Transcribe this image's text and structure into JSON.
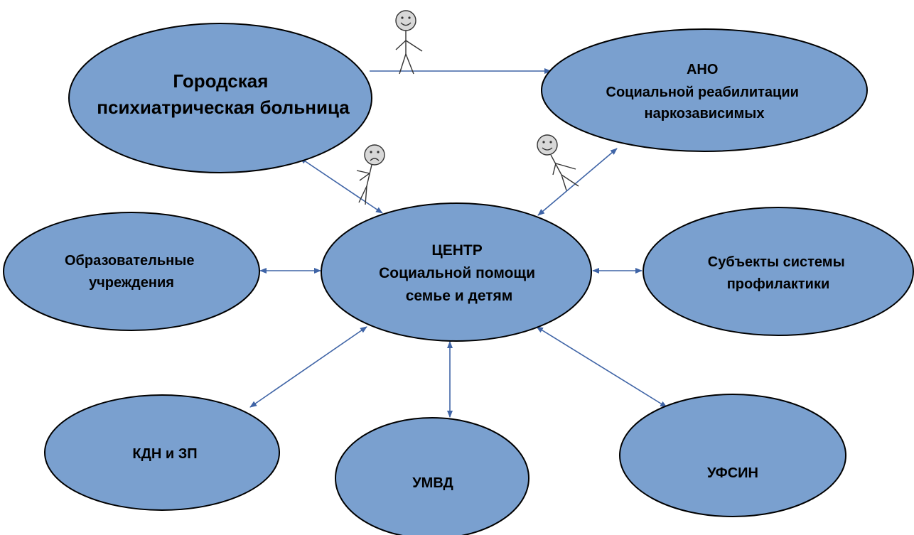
{
  "diagram": {
    "colors": {
      "node_fill": "#7aa0cf",
      "node_stroke": "#000000",
      "edge": "#3f64a6",
      "text": "#000000"
    },
    "nodes": [
      {
        "id": "city-hospital",
        "lines": [
          "Городская",
          "психиатрическая  больница"
        ]
      },
      {
        "id": "ano-rehab",
        "lines": [
          "АНО",
          "Социальной реабилитации",
          "наркозависимых"
        ]
      },
      {
        "id": "center",
        "lines": [
          "ЦЕНТР",
          "Социальной помощи",
          "семье и детям"
        ]
      },
      {
        "id": "education",
        "lines": [
          "Образовательные",
          "учреждения"
        ]
      },
      {
        "id": "prevention",
        "lines": [
          "Субъекты системы",
          "профилактики"
        ]
      },
      {
        "id": "kdn",
        "lines": [
          "КДН и ЗП"
        ]
      },
      {
        "id": "umvd",
        "lines": [
          "УМВД"
        ]
      },
      {
        "id": "ufsin",
        "lines": [
          "УФСИН"
        ]
      }
    ],
    "edges": [
      {
        "from": "city-hospital",
        "to": "ano-rehab",
        "arrows": "end"
      },
      {
        "from": "center",
        "to": "city-hospital",
        "arrows": "both"
      },
      {
        "from": "center",
        "to": "ano-rehab",
        "arrows": "both"
      },
      {
        "from": "center",
        "to": "education",
        "arrows": "both"
      },
      {
        "from": "center",
        "to": "prevention",
        "arrows": "both"
      },
      {
        "from": "center",
        "to": "kdn",
        "arrows": "both"
      },
      {
        "from": "center",
        "to": "umvd",
        "arrows": "both"
      },
      {
        "from": "center",
        "to": "ufsin",
        "arrows": "both"
      }
    ],
    "figures": [
      {
        "id": "figure-top",
        "mood": "happy-icon"
      },
      {
        "id": "figure-left",
        "mood": "sad-icon"
      },
      {
        "id": "figure-right",
        "mood": "happy-icon"
      }
    ]
  }
}
